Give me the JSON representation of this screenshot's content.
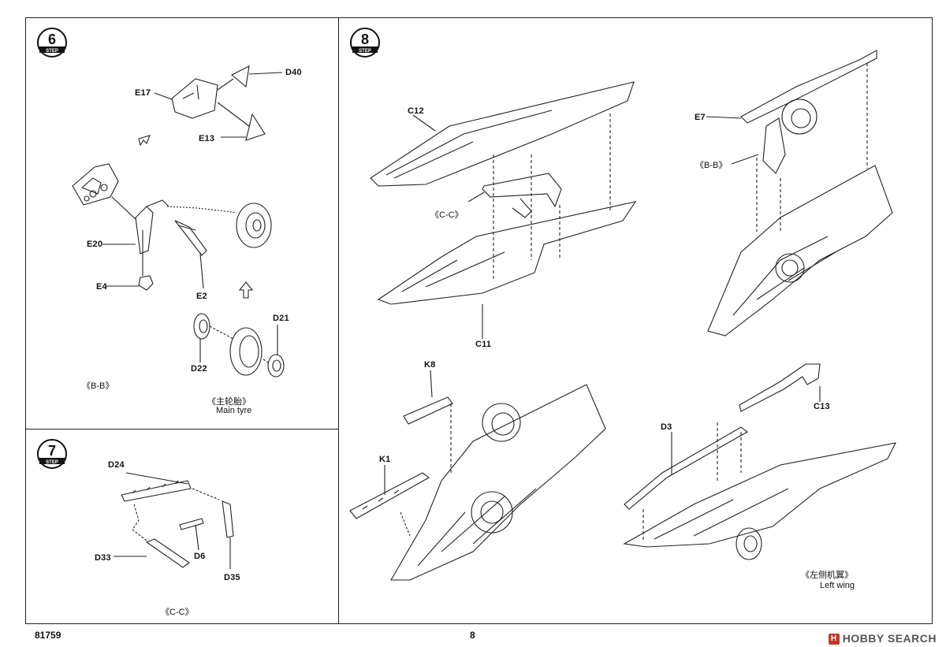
{
  "step6": {
    "number": "6",
    "step_word": "STEP",
    "parts": [
      "D40",
      "E17",
      "E13",
      "E20",
      "E4",
      "E2",
      "D21",
      "D22"
    ],
    "view_bb": "《B-B》",
    "main_tyre_cn": "《主轮胎》",
    "main_tyre_en": "Main tyre"
  },
  "step7": {
    "number": "7",
    "step_word": "STEP",
    "parts": [
      "D24",
      "D6",
      "D33",
      "D35"
    ],
    "view_cc": "《C-C》"
  },
  "step8": {
    "number": "8",
    "step_word": "STEP",
    "parts": [
      "C12",
      "C11",
      "E7",
      "K8",
      "K1",
      "C13",
      "D3"
    ],
    "view_cc": "《C-C》",
    "view_bb": "《B-B》",
    "left_wing_cn": "《左侧机翼》",
    "left_wing_en": "Left wing"
  },
  "footer": {
    "code": "81759",
    "page": "8",
    "watermark": "HOBBY SEARCH"
  }
}
